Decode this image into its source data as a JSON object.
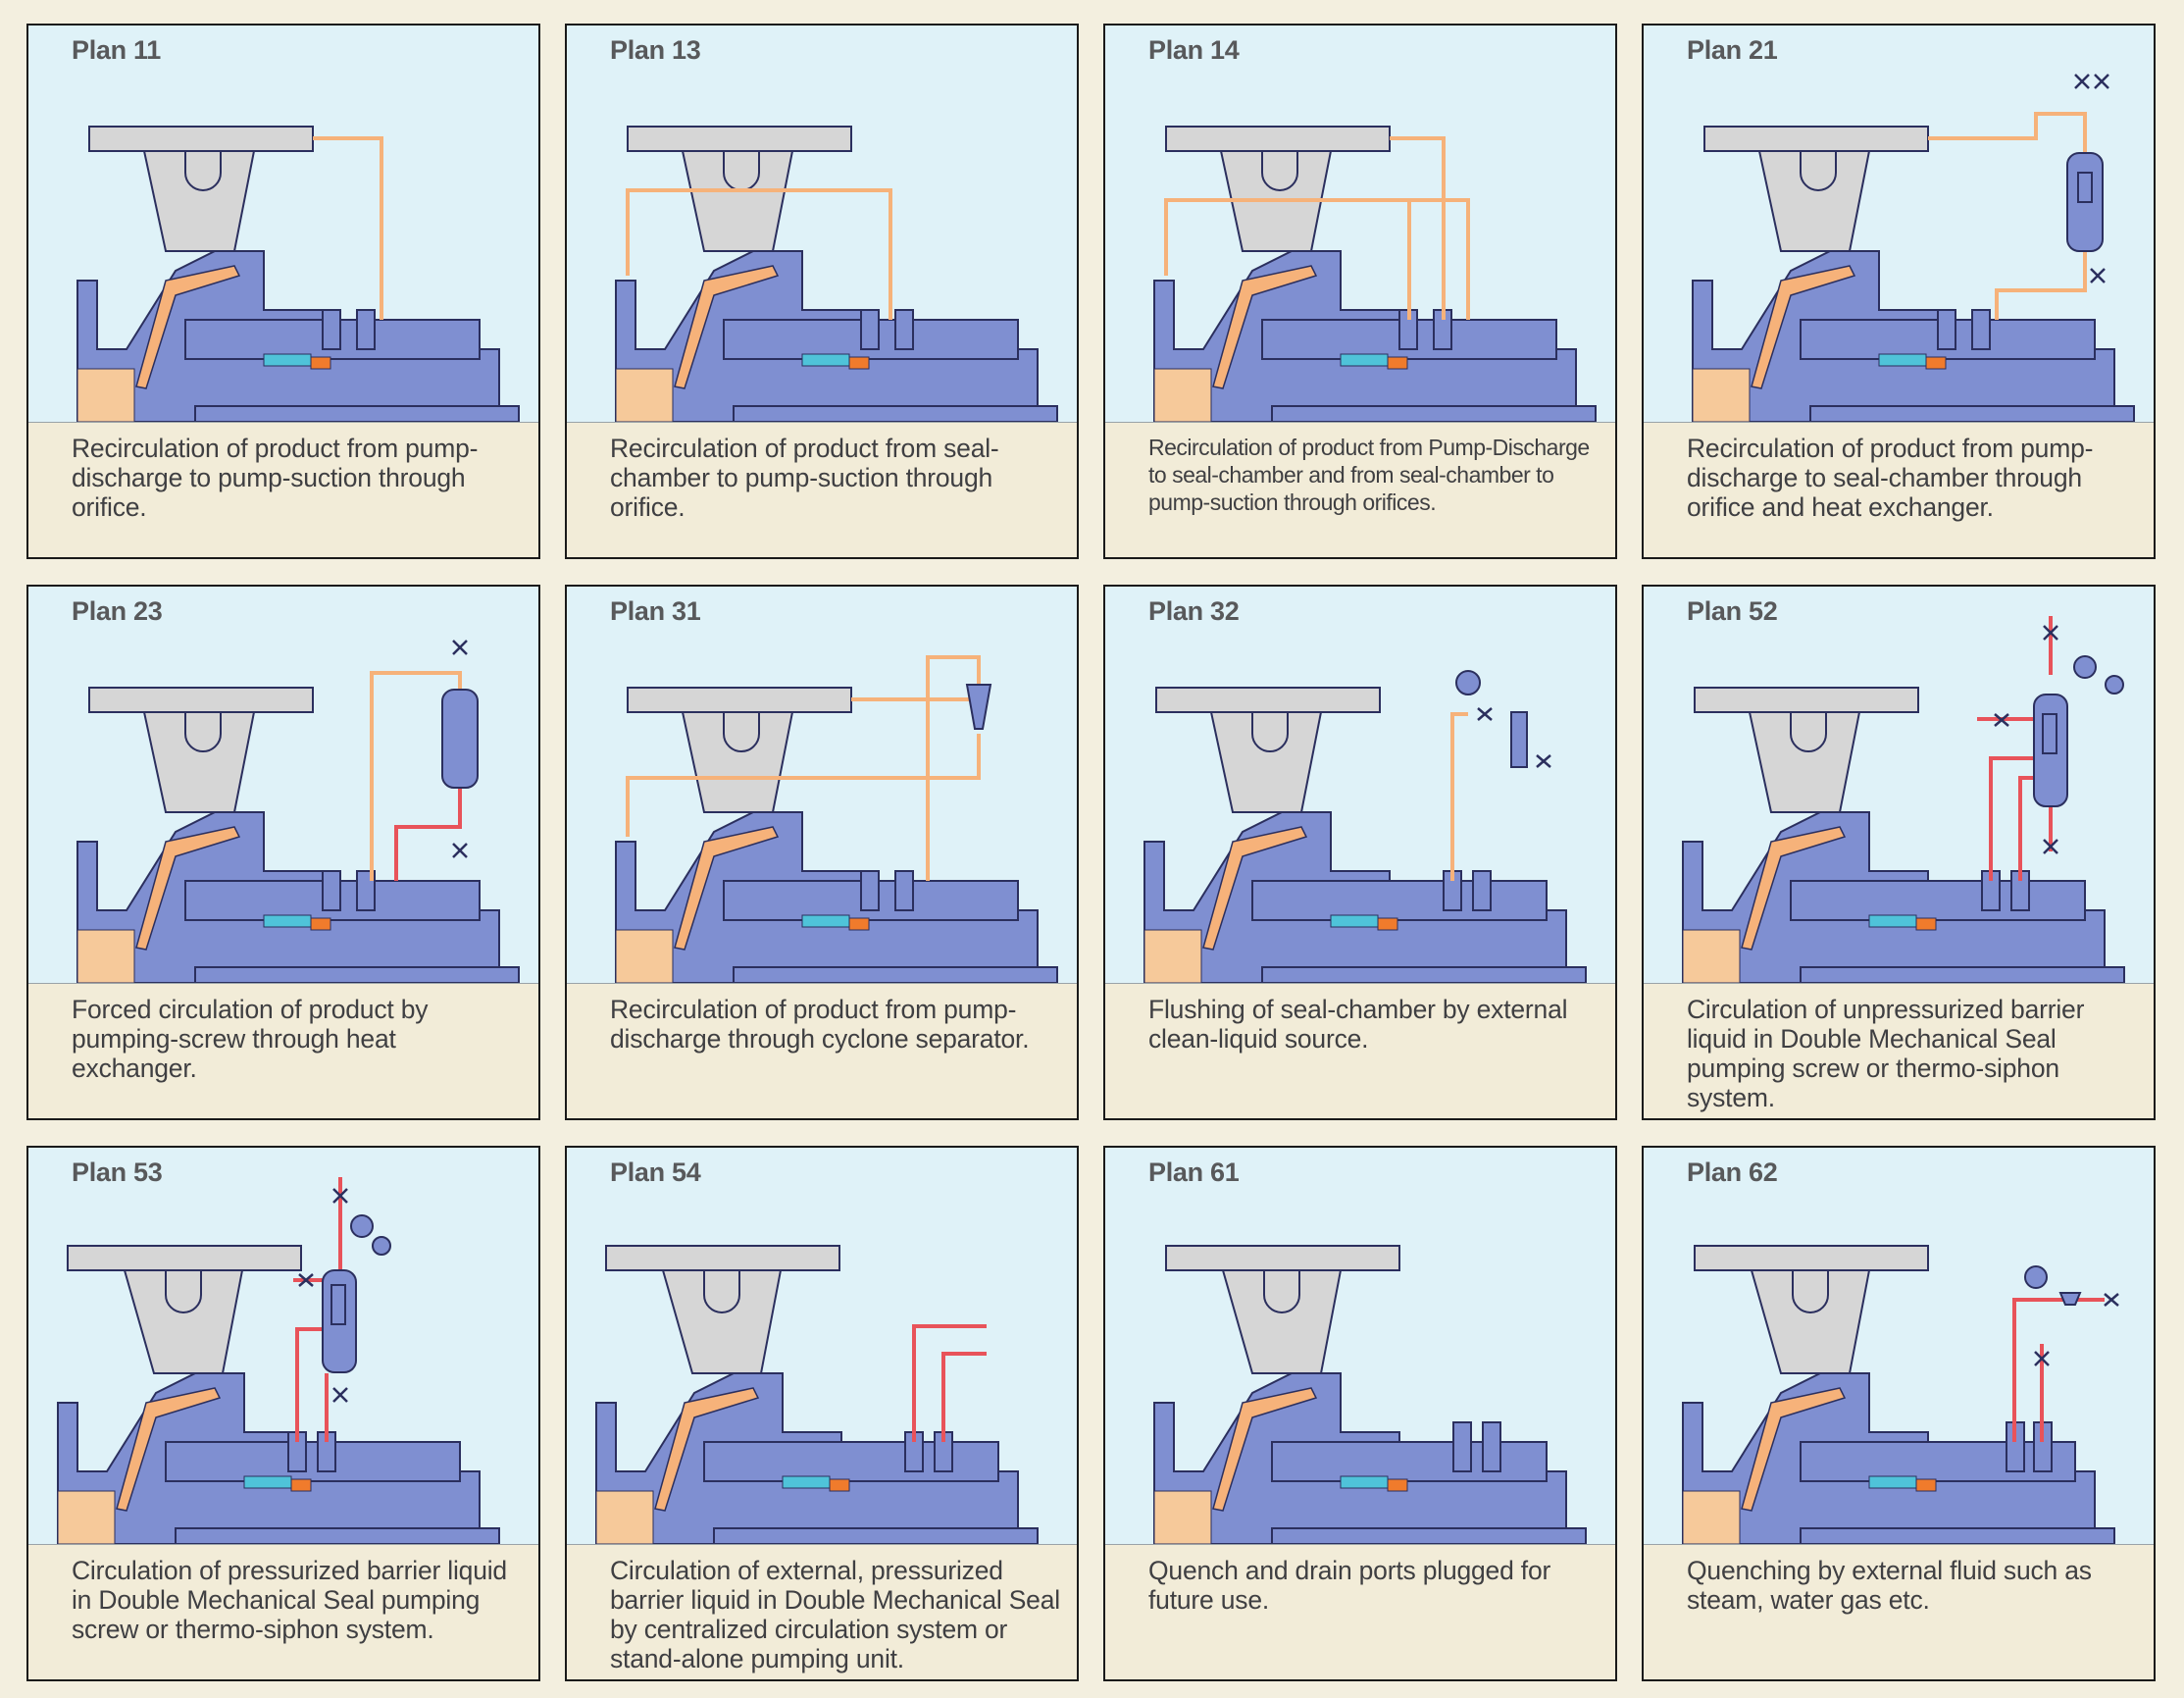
{
  "plans": [
    {
      "title": "Plan 11",
      "caption": "Recirculation of product from pump-discharge to pump-suction through orifice."
    },
    {
      "title": "Plan 13",
      "caption": "Recirculation of product from seal-chamber to pump-suction through orifice."
    },
    {
      "title": "Plan 14",
      "caption": "Recirculation of product from Pump-Discharge to seal-chamber and from seal-chamber to pump-suction through orifices."
    },
    {
      "title": "Plan 21",
      "caption": "Recirculation of product from pump-discharge to seal-chamber through orifice and heat exchanger."
    },
    {
      "title": "Plan 23",
      "caption": "Forced circulation of product by pumping-screw through heat exchanger."
    },
    {
      "title": "Plan 31",
      "caption": "Recirculation of product from pump-discharge through cyclone separator."
    },
    {
      "title": "Plan 32",
      "caption": "Flushing of seal-chamber by external clean-liquid source."
    },
    {
      "title": "Plan 52",
      "caption": "Circulation of unpressurized barrier liquid in Double Mechanical Seal pumping screw or thermo-siphon system."
    },
    {
      "title": "Plan 53",
      "caption": "Circulation of pressurized barrier liquid in Double Mechanical Seal pumping screw or thermo-siphon system."
    },
    {
      "title": "Plan 54",
      "caption": "Circulation of external, pressurized barrier liquid in Double Mechanical Seal by centralized circulation system or stand-alone pumping unit."
    },
    {
      "title": "Plan 61",
      "caption": "Quench and drain ports plugged for future use."
    },
    {
      "title": "Plan 62",
      "caption": "Quenching by external fluid such as steam, water gas etc."
    }
  ],
  "colors": {
    "pump_body": "#7f8fd1",
    "pump_outline": "#2b2f5e",
    "casing_gray": "#d6d6d6",
    "product_flow": "#f6b27a",
    "barrier_flow": "#e8535a",
    "seal_cyan": "#4fc3d9",
    "seal_orange": "#f07b2c",
    "art_background": "#dff2f8",
    "caption_background": "#f2ecd8"
  },
  "icons": [
    "pump-cross-section",
    "valve-icon",
    "pressure-gauge-icon",
    "heat-exchanger-icon",
    "reservoir-icon",
    "cyclone-separator-icon",
    "orifice-icon"
  ]
}
